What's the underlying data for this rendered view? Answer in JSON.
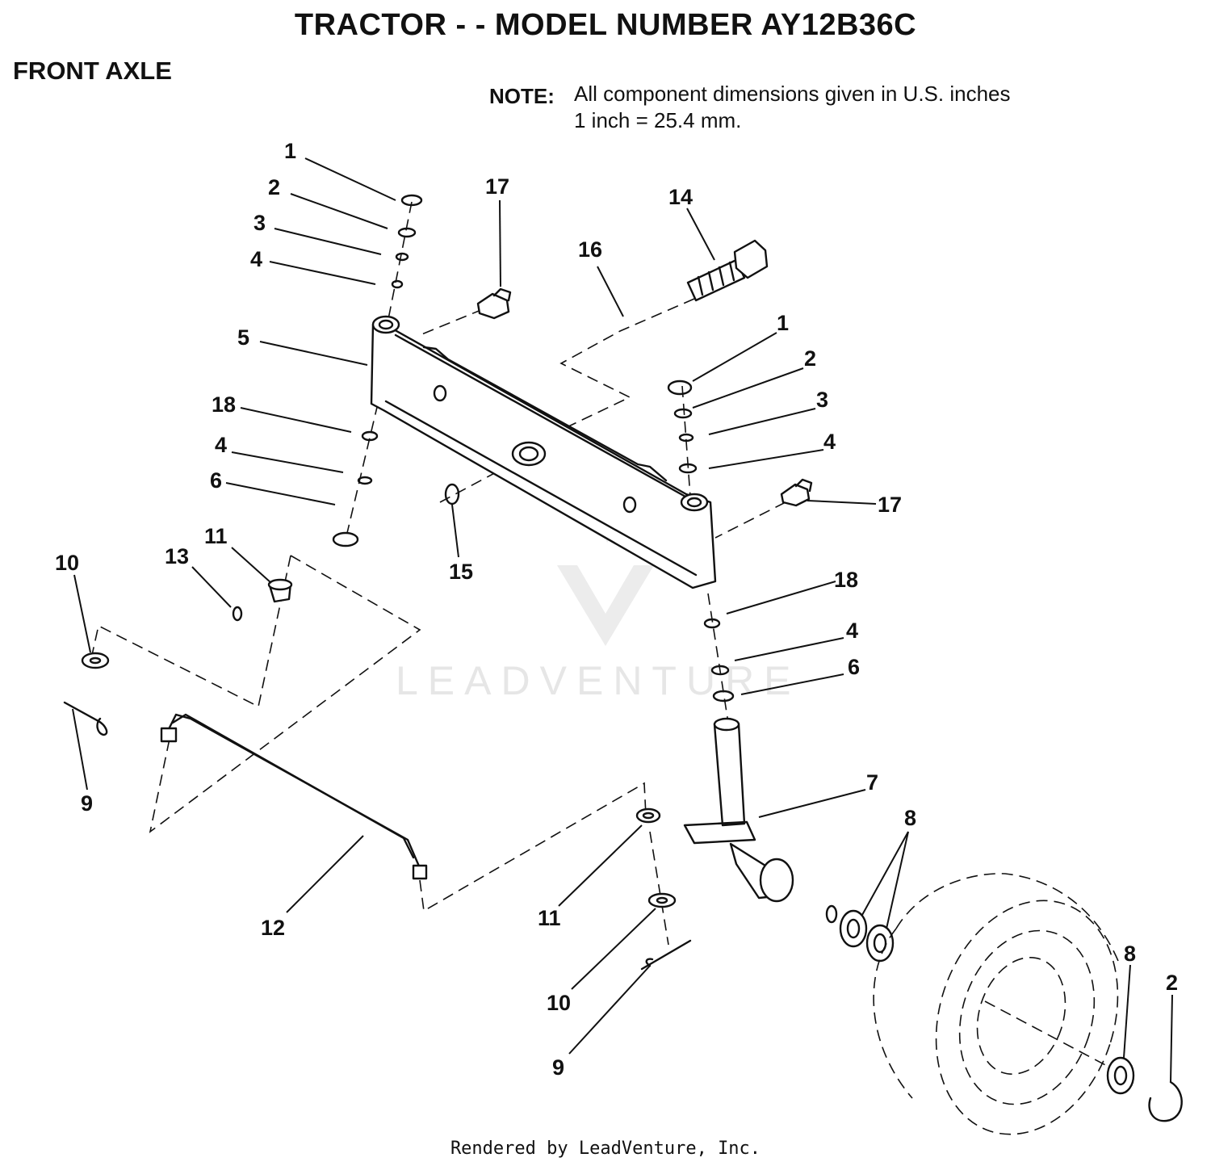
{
  "header": {
    "title": "TRACTOR - - MODEL NUMBER AY12B36C",
    "section": "FRONT AXLE"
  },
  "note": {
    "label": "NOTE:",
    "line1": "All component dimensions given in U.S. inches",
    "line2": "1 inch = 25.4 mm."
  },
  "callouts": [
    {
      "label": "1"
    },
    {
      "label": "2"
    },
    {
      "label": "3"
    },
    {
      "label": "4"
    },
    {
      "label": "5"
    },
    {
      "label": "18"
    },
    {
      "label": "4"
    },
    {
      "label": "6"
    },
    {
      "label": "17"
    },
    {
      "label": "14"
    },
    {
      "label": "16"
    },
    {
      "label": "1"
    },
    {
      "label": "2"
    },
    {
      "label": "3"
    },
    {
      "label": "4"
    },
    {
      "label": "17"
    },
    {
      "label": "15"
    },
    {
      "label": "10"
    },
    {
      "label": "13"
    },
    {
      "label": "11"
    },
    {
      "label": "18"
    },
    {
      "label": "4"
    },
    {
      "label": "6"
    },
    {
      "label": "9"
    },
    {
      "label": "7"
    },
    {
      "label": "8"
    },
    {
      "label": "12"
    },
    {
      "label": "11"
    },
    {
      "label": "10"
    },
    {
      "label": "9"
    },
    {
      "label": "8"
    },
    {
      "label": "2"
    }
  ],
  "watermark": {
    "text": "LEADVENTURE"
  },
  "footer": {
    "text": "Rendered by LeadVenture, Inc."
  }
}
